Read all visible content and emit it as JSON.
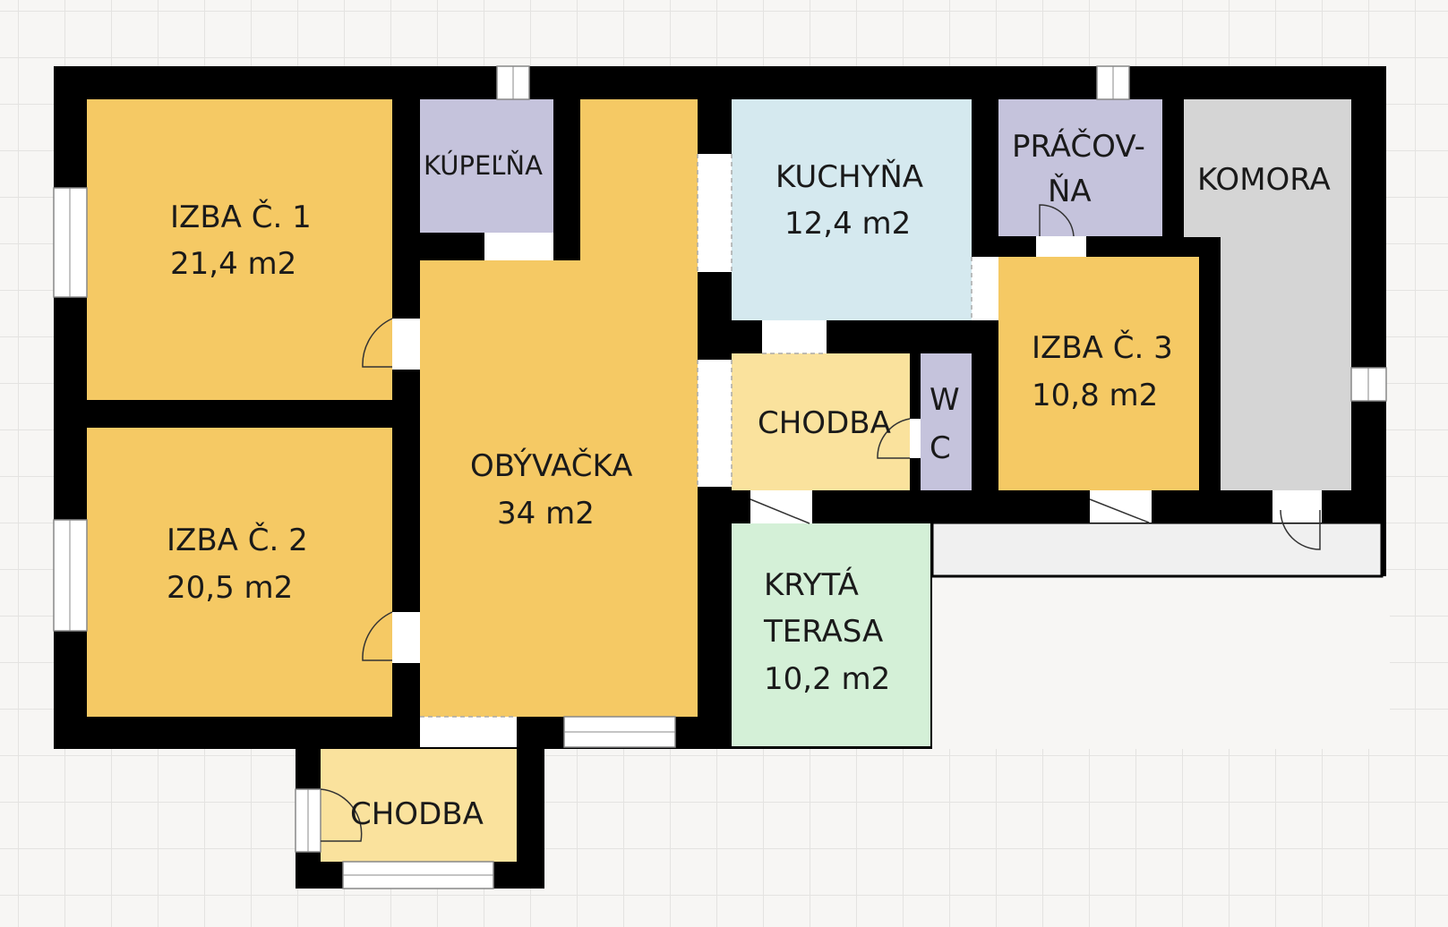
{
  "rooms": {
    "izba1": {
      "name": "IZBA Č. 1",
      "area": "21,4 m2"
    },
    "kupelna": {
      "name": "KÚPEĽŇA"
    },
    "obyvacka": {
      "name": "OBÝVAČKA",
      "area": "34 m2"
    },
    "kuchyna": {
      "name": "KUCHYŇA",
      "area": "12,4 m2"
    },
    "pracovna": {
      "line1": "PRÁČOV-",
      "line2": "ŇA"
    },
    "komora": {
      "name": "KOMORA"
    },
    "izba2": {
      "name": "IZBA Č. 2",
      "area": "20,5 m2"
    },
    "chodba_inner": {
      "name": "CHODBA"
    },
    "wc": {
      "line1": "W",
      "line2": "C"
    },
    "izba3": {
      "name": "IZBA Č. 3",
      "area": "10,8 m2"
    },
    "terasa": {
      "line1": "KRYTÁ",
      "line2": "TERASA",
      "area": "10,2 m2"
    },
    "chodba_entry": {
      "name": "CHODBA"
    }
  },
  "colors": {
    "wall": "#000000",
    "bedroom": "#f5c964",
    "bathroom": "#c5c3dc",
    "kitchen": "#d5e9ef",
    "storage": "#d5d5d5",
    "hallway": "#fae29d",
    "terrace": "#d4f0d7"
  }
}
